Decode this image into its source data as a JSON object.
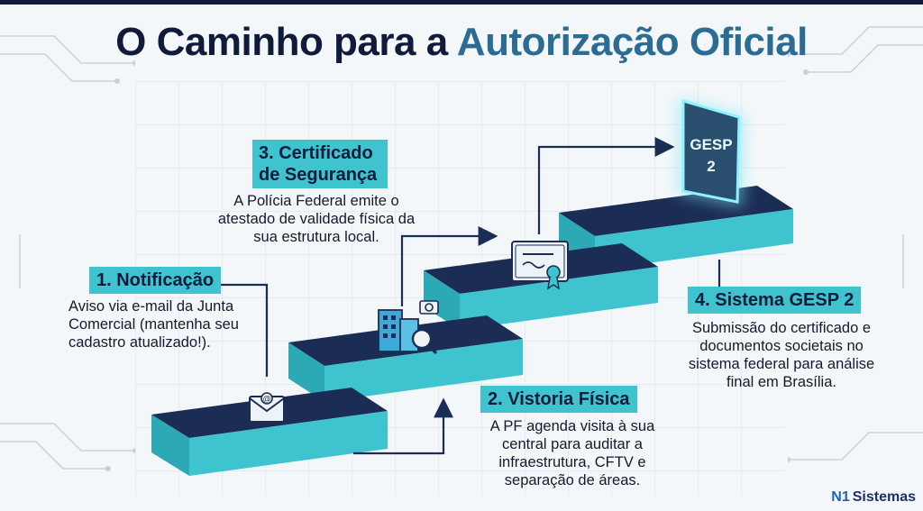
{
  "title": {
    "part1": "O Caminho para a ",
    "part2": "Autorização Oficial"
  },
  "steps": [
    {
      "label": "1. Notificação",
      "description": "Aviso via e-mail da Junta Comercial (mantenha seu cadastro atualizado!).",
      "icon": "envelope-email-icon"
    },
    {
      "label": "2. Vistoria Física",
      "description": "A PF agenda visita à sua central para auditar a infraestrutura, CFTV e separação de áreas.",
      "icon": "building-inspection-icon"
    },
    {
      "label": "3. Certificado de Segurança",
      "description": "A Polícia Federal emite o atestado de validade física da sua estrutura local.",
      "icon": "certificate-icon"
    },
    {
      "label": "4. Sistema GESP 2",
      "description": "Submissão do certificado e documentos societais no sistema federal para análise final em Brasília.",
      "icon": "gesp-portal-icon"
    }
  ],
  "portal": {
    "line1": "GESP",
    "line2": "2"
  },
  "logo": {
    "mark": "N1",
    "name": "Sistemas"
  },
  "colors": {
    "navy": "#101b3c",
    "accent": "#2b6c95",
    "teal": "#3ec3cf",
    "step_top": "#1b2d55",
    "step_front": "#3ec3cf"
  }
}
